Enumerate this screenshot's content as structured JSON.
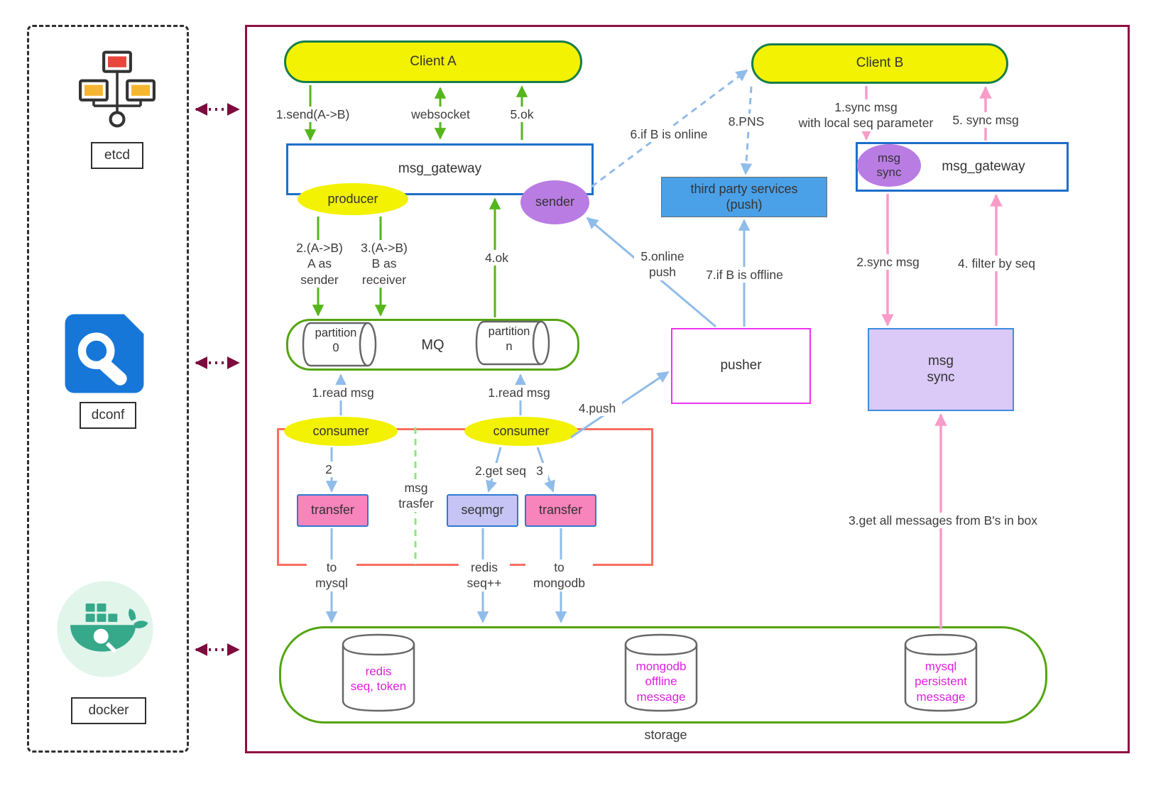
{
  "left_panel": {
    "etcd": "etcd",
    "dconf": "dconf",
    "docker": "docker"
  },
  "nodes": {
    "client_a": "Client A",
    "client_b": "Client B",
    "gateway_a": "msg_gateway",
    "producer": "producer",
    "sender": "sender",
    "mq": "MQ",
    "partition_0": "partition\n0",
    "partition_n": "partition\nn",
    "consumer_left": "consumer",
    "consumer_right": "consumer",
    "transfer_left": "transfer",
    "seqmgr": "seqmgr",
    "transfer_right": "transfer",
    "pusher": "pusher",
    "third_party": "third party services\n(push)",
    "gateway_b": "msg_gateway",
    "msg_sync_ellipse": "msg\nsync",
    "msg_sync_box": "msg\nsync",
    "storage": "storage",
    "redis": "redis\nseq, token",
    "mongodb": "mongodb\noffline\nmessage",
    "mysql": "mysql\npersistent\nmessage"
  },
  "labels": {
    "send": "1.send(A->B)",
    "websocket": "websocket",
    "ok5": "5.ok",
    "a_as_sender": "2.(A->B)\nA as\nsender",
    "b_as_receiver": "3.(A->B)\nB as\nreceiver",
    "ok4": "4.ok",
    "read_msg_left": "1.read msg",
    "read_msg_right": "1.read msg",
    "step2": "2",
    "get_seq": "2.get seq",
    "step3": "3",
    "msg_trasfer": "msg\ntrasfer",
    "to_mysql": "to\nmysql",
    "redis_seq": "redis\nseq++",
    "to_mongodb": "to\nmongodb",
    "push4": "4.push",
    "online_push": "5.online\npush",
    "if_online": "6.if B is online",
    "pns": "8.PNS",
    "if_offline": "7.if B is offline",
    "sync1": "1.sync msg\nwith local seq parameter",
    "sync5": "5. sync msg",
    "sync2": "2.sync msg",
    "filter4": "4. filter by seq",
    "get_all": "3.get all messages from B's in box"
  },
  "colors": {
    "main_border": "#8e0e44",
    "client_fill": "#f2f202",
    "client_border": "#177e4b",
    "gateway_border": "#1e6ec8",
    "green_arrow": "#55b61c",
    "blue_arrow": "#90bce9",
    "pink_arrow": "#f79cc8",
    "purple_ellipse": "#b97ce3",
    "yellow_ellipse": "#f2f202",
    "red_group_border": "#f86e60",
    "pusher_border": "#ef32ef",
    "third_party_fill": "#4ba1e8",
    "storage_border": "#55a410",
    "magenta_text": "#de1fde",
    "transfer_fill": "#f884bc",
    "seqmgr_fill": "#c6c4f4",
    "msg_sync_fill": "#dbc9f8"
  }
}
